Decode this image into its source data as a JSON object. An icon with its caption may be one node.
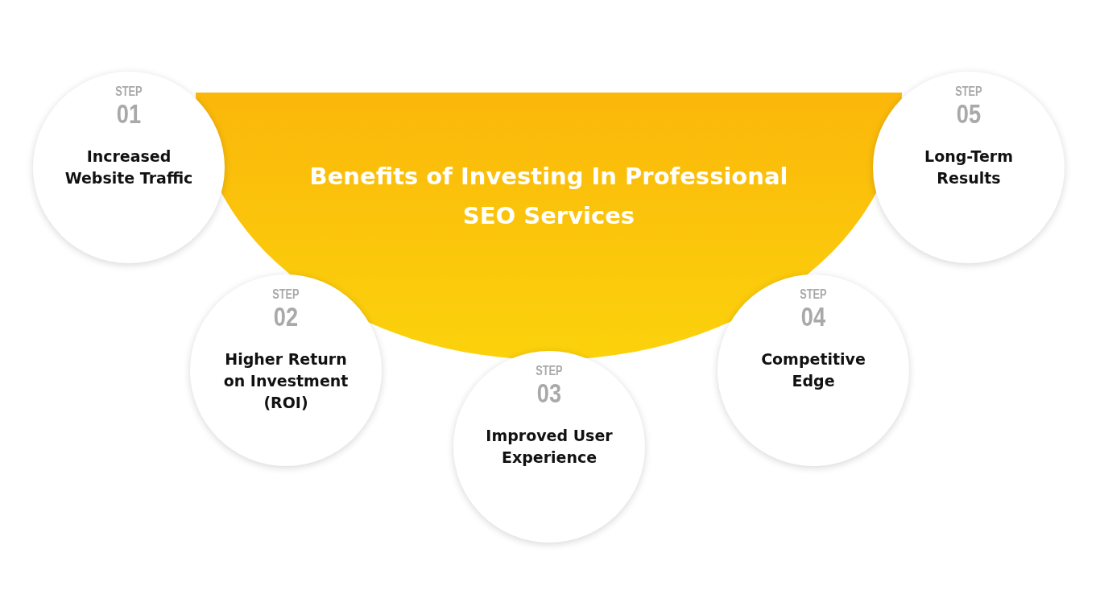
{
  "diagram": {
    "nodes": [
      {
        "text": [
          "Benefits of Investing In Professional SEO Services"
        ]
      },
      {
        "text": [
          "STEP",
          "01",
          "Increased Website Traffic"
        ]
      },
      {
        "text": [
          "STEP",
          "02",
          "Higher Return on Investment (ROI)"
        ]
      },
      {
        "text": [
          "STEP",
          "03",
          "Improved User Experience"
        ]
      },
      {
        "text": [
          "STEP",
          "04",
          "Competitive Edge"
        ]
      },
      {
        "text": [
          "STEP",
          "05",
          "Long-Term Results"
        ]
      }
    ]
  }
}
